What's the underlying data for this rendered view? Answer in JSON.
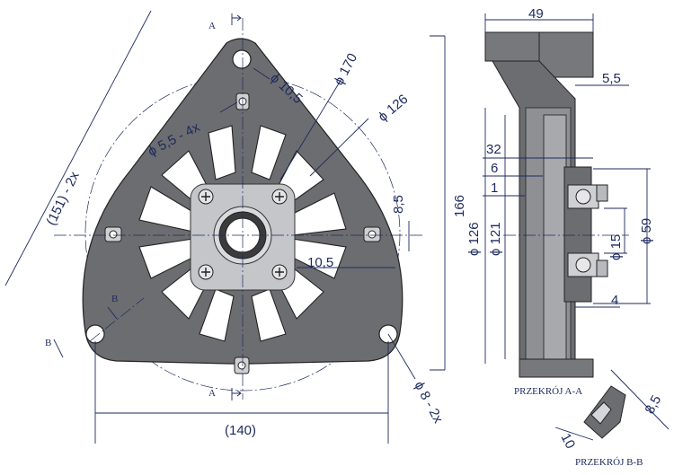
{
  "front_view": {
    "section_marker_top": "A",
    "section_marker_bottom": "A",
    "section_marker_bb_left": "B",
    "section_marker_bb_right": "B",
    "dim_phi170": "ϕ 170",
    "dim_phi10_5": "ϕ 10,5",
    "dim_phi126": "ϕ 126",
    "dim_phi5_5": "ϕ 5,5 - 4x",
    "dim_151": "(151) - 2x",
    "dim_166": "166",
    "dim_8_5": "8,5",
    "dim_10_5": "10,5",
    "dim_140": "(140)",
    "dim_phi8": "ϕ 8 - 2x"
  },
  "section_aa": {
    "dim_49": "49",
    "dim_5_5": "5,5",
    "dim_32": "32",
    "dim_6": "6",
    "dim_1": "1",
    "dim_phi126": "ϕ 126",
    "dim_phi121": "ϕ 121",
    "dim_phi15": "ϕ 15",
    "dim_phi59": "ϕ 59",
    "dim_4": "4",
    "caption": "PRZEKRÓJ A-A"
  },
  "section_bb": {
    "dim_8_5": "8,5",
    "dim_10": "10",
    "caption": "PRZEKRÓJ B-B"
  },
  "colors": {
    "dimension": "#1c2a5e",
    "part": "#6c6d70",
    "hub": "#c4c6ca"
  }
}
